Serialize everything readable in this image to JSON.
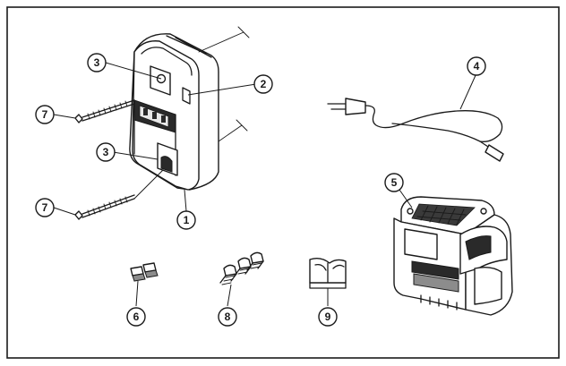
{
  "callouts": {
    "c1": "1",
    "c2": "2",
    "c3a": "3",
    "c3b": "3",
    "c4": "4",
    "c5": "5",
    "c6": "6",
    "c7a": "7",
    "c7b": "7",
    "c8": "8",
    "c9": "9"
  },
  "colors": {
    "frame": "#1a1a1a",
    "background": "#ffffff",
    "shading": "#8c8c8c"
  },
  "icons": [
    "wall-charger",
    "screw",
    "power-cord",
    "battery-pack",
    "wall-plug",
    "spacer",
    "cable-clip"
  ]
}
